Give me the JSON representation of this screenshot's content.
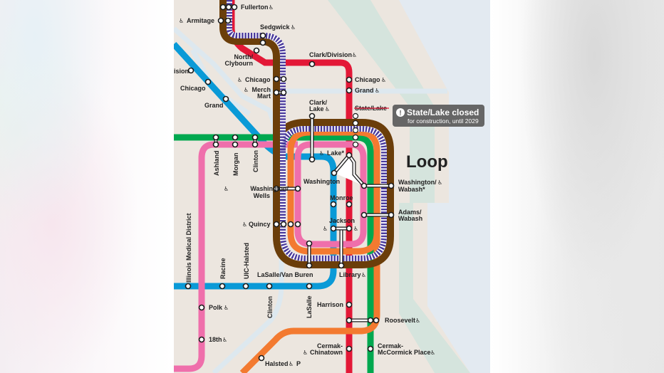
{
  "icons": {
    "accessible": "♿",
    "elevator": "▮",
    "parking": "P",
    "alert": "!"
  },
  "colors": {
    "brown": "#6b3e0a",
    "purple": "#4a3a9c",
    "red": "#e31837",
    "blue": "#0a9ad7",
    "green": "#00a84f",
    "orange": "#f37a30",
    "pink": "#ef6fab",
    "land": "#ece6df",
    "water": "#e3eaf1",
    "park": "#cfe4dc"
  },
  "area_label": "Loop",
  "callout": {
    "title": "State/Lake closed",
    "subtitle": "for construction, until 2029"
  },
  "stations": {
    "fullerton": "Fullerton",
    "armitage": "Armitage",
    "sedgwick": "Sedgwick",
    "north_clybourn_1": "North/",
    "north_clybourn_2": "Clybourn",
    "clark_division": "Clark/Division",
    "division": "ision",
    "chicago_brown": "Chicago",
    "merch_1": "Merch",
    "merch_2": "Mart",
    "chicago_blue": "Chicago",
    "grand_blue": "Grand",
    "chicago_red": "Chicago",
    "grand_red": "Grand",
    "clark_lake_1": "Clark/",
    "clark_lake_2": "Lake",
    "state_lake": "State/Lake",
    "lake": "Lake*",
    "washington_blue": "Washington",
    "ashland": "Ashland",
    "morgan": "Morgan",
    "clinton_green": "Clinton",
    "washington_wells_1": "Washington/",
    "washington_wells_2": "Wells",
    "monroe": "Monroe",
    "washington_wabash_1": "Washington/",
    "washington_wabash_2": "Wabash*",
    "adams_wabash_1": "Adams/",
    "adams_wabash_2": "Wabash",
    "jackson": "Jackson",
    "quincy": "Quincy",
    "imd": "Illinois Medical District",
    "racine": "Racine",
    "uic_halsted": "UIC-Halsted",
    "lasalle_van_buren": "LaSalle/Van Buren",
    "library": "Library",
    "clinton_blue": "Clinton",
    "lasalle": "LaSalle",
    "harrison": "Harrison",
    "roosevelt": "Roosevelt",
    "polk": "Polk",
    "eighteenth": "18th",
    "cermak_chinatown_1": "Cermak-",
    "cermak_chinatown_2": "Chinatown",
    "cermak_mccormick_1": "Cermak-",
    "cermak_mccormick_2": "McCormick Place",
    "halsted": "Halsted"
  }
}
